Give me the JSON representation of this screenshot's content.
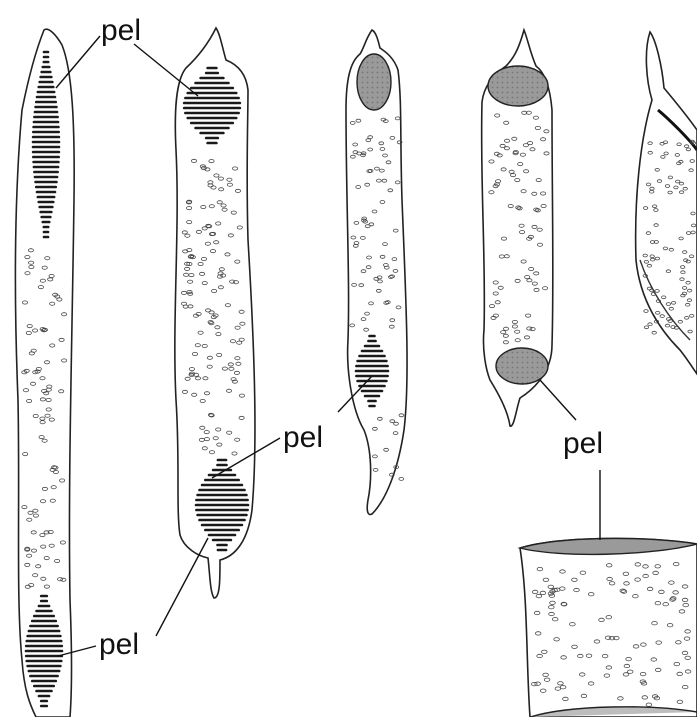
{
  "labels": {
    "pel_1": "pel",
    "pel_2": "pel",
    "pel_3": "pel",
    "pel_4": "pel"
  }
}
